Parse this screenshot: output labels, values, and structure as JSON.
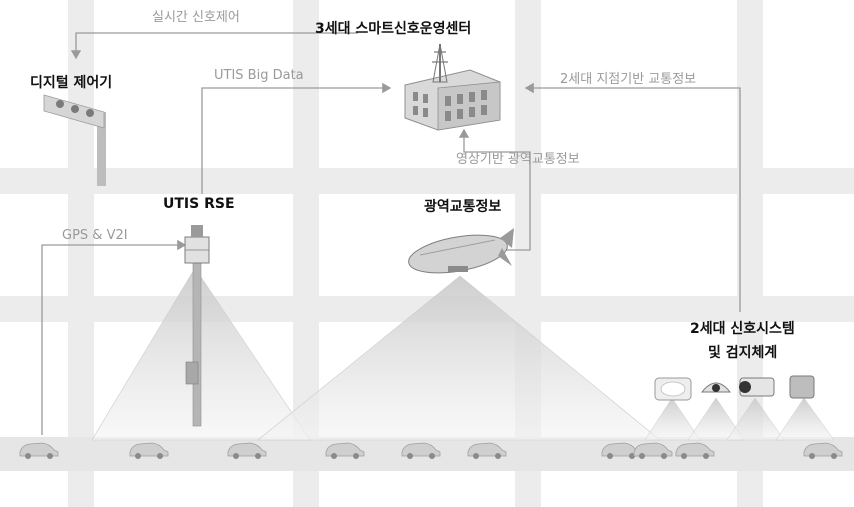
{
  "labels": {
    "realtime_control": "실시간 신호제어",
    "center_title": "3세대 스마트신호운영센터",
    "digital_controller": "디지털 제어기",
    "utis_big_data": "UTIS Big Data",
    "second_gen_info": "2세대 지점기반 교통정보",
    "video_wide_info": "영상기반 광역교통정보",
    "utis_rse": "UTIS RSE",
    "wide_area_info": "광역교통정보",
    "gps_v2i": "GPS & V2I",
    "second_gen_system_line1": "2세대 신호시스템",
    "second_gen_system_line2": "및 검지체계"
  },
  "colors": {
    "road": "#ececec",
    "arrow": "#9a9a9a",
    "text_bold": "#111111",
    "text_gray": "#9a9a9a"
  },
  "icons": [
    "traffic-signal-icon",
    "control-center-building-icon",
    "rse-pole-icon",
    "airship-icon",
    "detector-icon",
    "camera-icon",
    "car-icon"
  ]
}
